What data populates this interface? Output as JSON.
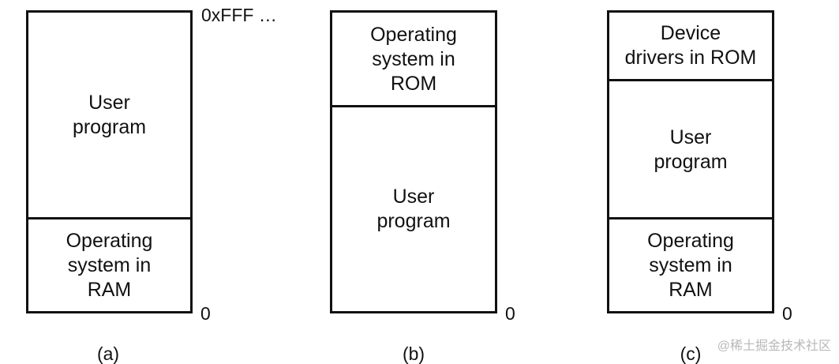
{
  "figure": {
    "top_address_label": "0xFFF …",
    "panels": [
      {
        "caption": "(a)",
        "bottom_address_label": "0",
        "regions": [
          {
            "label": "User\nprogram"
          },
          {
            "label": "Operating\nsystem in\nRAM"
          }
        ]
      },
      {
        "caption": "(b)",
        "bottom_address_label": "0",
        "regions": [
          {
            "label": "Operating\nsystem in\nROM"
          },
          {
            "label": "User\nprogram"
          }
        ]
      },
      {
        "caption": "(c)",
        "bottom_address_label": "0",
        "regions": [
          {
            "label": "Device\ndrivers in ROM"
          },
          {
            "label": "User\nprogram"
          },
          {
            "label": "Operating\nsystem in\nRAM"
          }
        ]
      }
    ],
    "watermark": "@稀土掘金技术社区"
  }
}
